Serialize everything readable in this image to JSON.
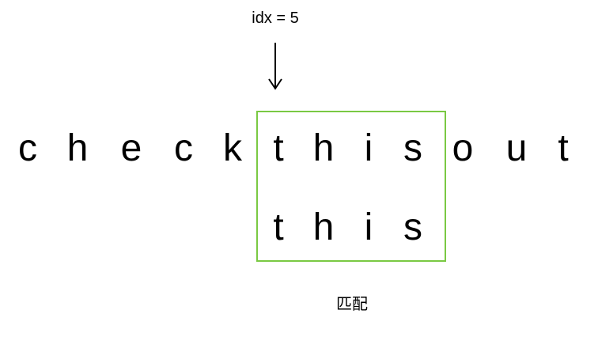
{
  "pointer": {
    "label": "idx = 5"
  },
  "text": {
    "chars": [
      "c",
      "h",
      "e",
      "c",
      "k",
      "t",
      "h",
      "i",
      "s",
      "o",
      "u",
      "t"
    ]
  },
  "pattern": {
    "chars": [
      "t",
      "h",
      "i",
      "s"
    ]
  },
  "match": {
    "label": "匹配",
    "border_color": "#7ac943"
  }
}
